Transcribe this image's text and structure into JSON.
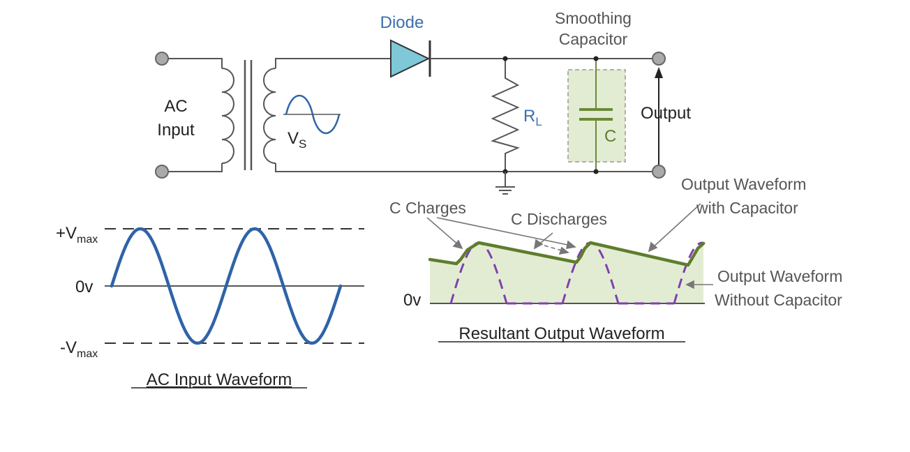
{
  "labels": {
    "diode": "Diode",
    "smoothing_line1": "Smoothing",
    "smoothing_line2": "Capacitor",
    "ac_line1": "AC",
    "ac_line2": "Input",
    "vs_main": "V",
    "vs_sub": "S",
    "rl_main": "R",
    "rl_sub": "L",
    "cap": "C",
    "output": "Output",
    "vmax_pos_main": "+V",
    "vmax_pos_sub": "max",
    "zero_left": "0v",
    "vmax_neg_main": "-V",
    "vmax_neg_sub": "max",
    "ac_waveform_title": "AC Input Waveform",
    "c_charges": "C Charges",
    "c_discharges": "C Discharges",
    "out_with_line1": "Output Waveform",
    "out_with_line2": "with Capacitor",
    "out_without_line1": "Output Waveform",
    "out_without_line2": "Without Capacitor",
    "zero_right": "0v",
    "resultant_title": "Resultant Output Waveform"
  },
  "colors": {
    "wire": "#555555",
    "diode_fill": "#7ec8d8",
    "capacitor_fill": "#e2ecd2",
    "capacitor_plate": "#6b8a3a",
    "sine": "#2f63a8",
    "output_with_cap": "#5f7d2c",
    "output_without_cap": "#8040b0",
    "label_blue": "#3a6fb0"
  }
}
